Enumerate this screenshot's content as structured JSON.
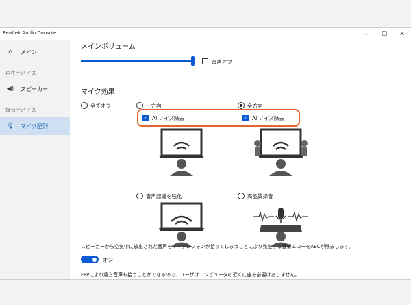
{
  "app": {
    "title": "Realtek Audio Console"
  },
  "window_controls": {
    "minimize": "—",
    "maximize": "☐",
    "close": "✕"
  },
  "sidebar": {
    "main_label": "メイン",
    "playback_section": "再生デバイス",
    "speaker_label": "スピーカー",
    "recording_section": "録音デバイス",
    "mic_label": "マイク配列"
  },
  "main_volume": {
    "heading": "メインボリューム",
    "mute_label": "音声オフ",
    "level": 1.0
  },
  "mic_effects": {
    "heading": "マイク効果",
    "all_off": "全てオフ",
    "one_direction": "一方向",
    "all_directions": "全方向",
    "ai_noise_left": "AI ノイズ除去",
    "ai_noise_right": "AI ノイズ除去",
    "voice_enhance": "音声認識を強化",
    "hq_recording": "高品質録音"
  },
  "aec": {
    "description": "スピーカーから空気中に放出された音声をマイクロフォンが拾ってしまうことにより発生する音響エコーをAECが除去します。",
    "toggle_label": "オン",
    "footer": "FFPにより遠方音声も拾うことができるので、ユーザはコンピュータの近くに座る必要はありません。"
  },
  "colors": {
    "accent": "#0a5bd3",
    "highlight": "#e3662f"
  }
}
